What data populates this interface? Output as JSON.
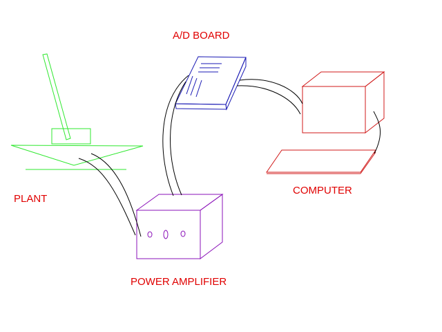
{
  "labels": {
    "ad_board": "A/D BOARD",
    "plant": "PLANT",
    "computer": "COMPUTER",
    "power_amplifier": "POWER AMPLIFIER"
  },
  "colors": {
    "label_text": "#e00000",
    "plant": "#2ee82e",
    "ad_board": "#1a1ab4",
    "computer": "#d01818",
    "power_amplifier": "#8a10b8",
    "cable": "#000000"
  }
}
